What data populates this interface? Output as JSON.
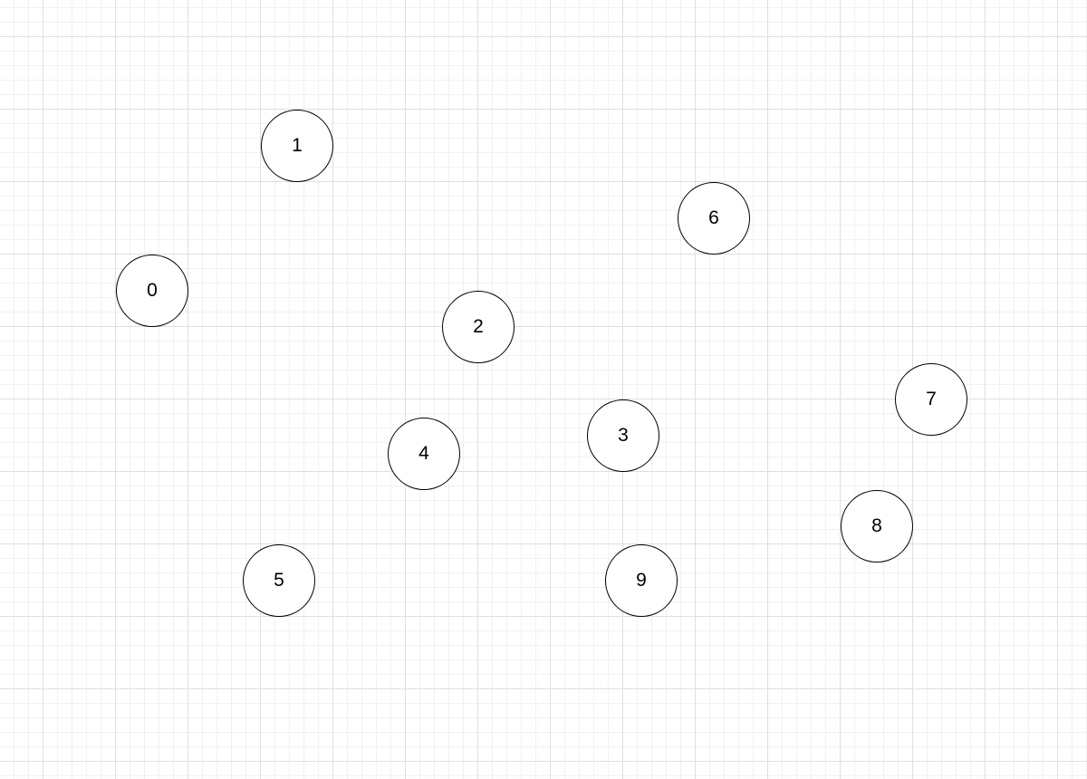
{
  "diagram": {
    "nodes": [
      {
        "label": "0"
      },
      {
        "label": "1"
      },
      {
        "label": "2"
      },
      {
        "label": "3"
      },
      {
        "label": "4"
      },
      {
        "label": "5"
      },
      {
        "label": "6"
      },
      {
        "label": "7"
      },
      {
        "label": "8"
      },
      {
        "label": "9"
      }
    ]
  },
  "colors": {
    "node_stroke": "#000000",
    "node_fill": "#ffffff",
    "grid_major": "#dfdfdf",
    "grid_minor": "#f1f1f1"
  }
}
